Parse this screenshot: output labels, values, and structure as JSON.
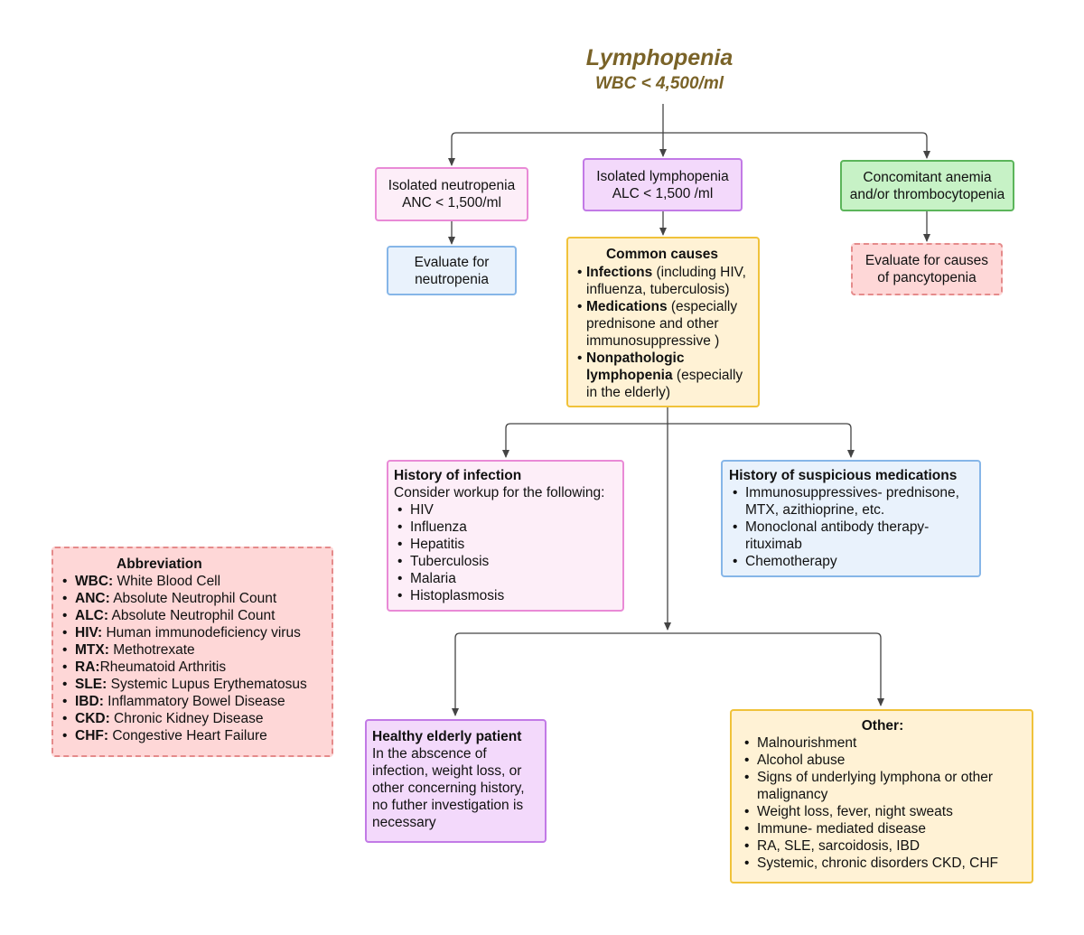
{
  "title": "Lymphopenia",
  "subtitle": "WBC < 4,500/ml",
  "colors": {
    "title": "#7a6328",
    "connector": "#444444",
    "pink": "#fdeef8",
    "violet": "#f3d9fb",
    "green": "#c7f2c6",
    "blue": "#e9f2fc",
    "orange": "#fff2d5",
    "red": "#fed7d7"
  },
  "nodes": {
    "neutropenia": {
      "line1": "Isolated neutropenia",
      "line2": "ANC < 1,500/ml"
    },
    "lymphopenia": {
      "line1": "Isolated lymphopenia",
      "line2": "ALC < 1,500 /ml"
    },
    "anemia": {
      "line1": "Concomitant anemia",
      "line2": "and/or thrombocytopenia"
    },
    "eval_neutropenia": {
      "line1": "Evaluate for",
      "line2": "neutropenia"
    },
    "eval_pancytopenia": {
      "line1": "Evaluate for causes",
      "line2": "of pancytopenia"
    },
    "common_causes": {
      "heading": "Common causes",
      "items": [
        {
          "bold": "Infections",
          "text": " (including HIV, influenza, tuberculosis)"
        },
        {
          "bold": "Medications",
          "text": " (especially prednisone and other immunosuppressive )"
        },
        {
          "bold": "Nonpathologic lymphopenia",
          "text": " (especially in the elderly)"
        }
      ]
    },
    "infection": {
      "heading": "History of infection",
      "intro": "Consider workup for the following:",
      "items": [
        "HIV",
        "Influenza",
        "Hepatitis",
        "Tuberculosis",
        "Malaria",
        "Histoplasmosis"
      ]
    },
    "medications": {
      "heading": "History of suspicious medications",
      "items": [
        "Immunosuppressives- prednisone, MTX, azithioprine, etc.",
        "Monoclonal antibody therapy- rituximab",
        "Chemotherapy"
      ]
    },
    "elderly": {
      "heading": "Healthy elderly patient",
      "text": "In the abscence of infection, weight loss, or other concerning history, no futher investigation is necessary"
    },
    "other": {
      "heading": "Other:",
      "items": [
        "Malnourishment",
        "Alcohol abuse",
        "Signs of underlying lymphona or other malignancy",
        "Weight loss, fever, night sweats",
        "Immune- mediated disease",
        "RA, SLE, sarcoidosis, IBD",
        "Systemic, chronic disorders CKD, CHF"
      ]
    }
  },
  "abbreviation": {
    "heading": "Abbreviation",
    "items": [
      {
        "abbr": "WBC:",
        "meaning": " White Blood Cell"
      },
      {
        "abbr": "ANC:",
        "meaning": " Absolute Neutrophil Count"
      },
      {
        "abbr": "ALC:",
        "meaning": " Absolute Neutrophil Count"
      },
      {
        "abbr": "HIV:",
        "meaning": " Human immunodeficiency virus"
      },
      {
        "abbr": "MTX:",
        "meaning": " Methotrexate"
      },
      {
        "abbr": "RA:",
        "meaning": "Rheumatoid Arthritis"
      },
      {
        "abbr": "SLE:",
        "meaning": " Systemic Lupus Erythematosus"
      },
      {
        "abbr": "IBD:",
        "meaning": " Inflammatory Bowel Disease"
      },
      {
        "abbr": "CKD:",
        "meaning": " Chronic Kidney Disease"
      },
      {
        "abbr": "CHF:",
        "meaning": " Congestive Heart Failure"
      }
    ]
  }
}
